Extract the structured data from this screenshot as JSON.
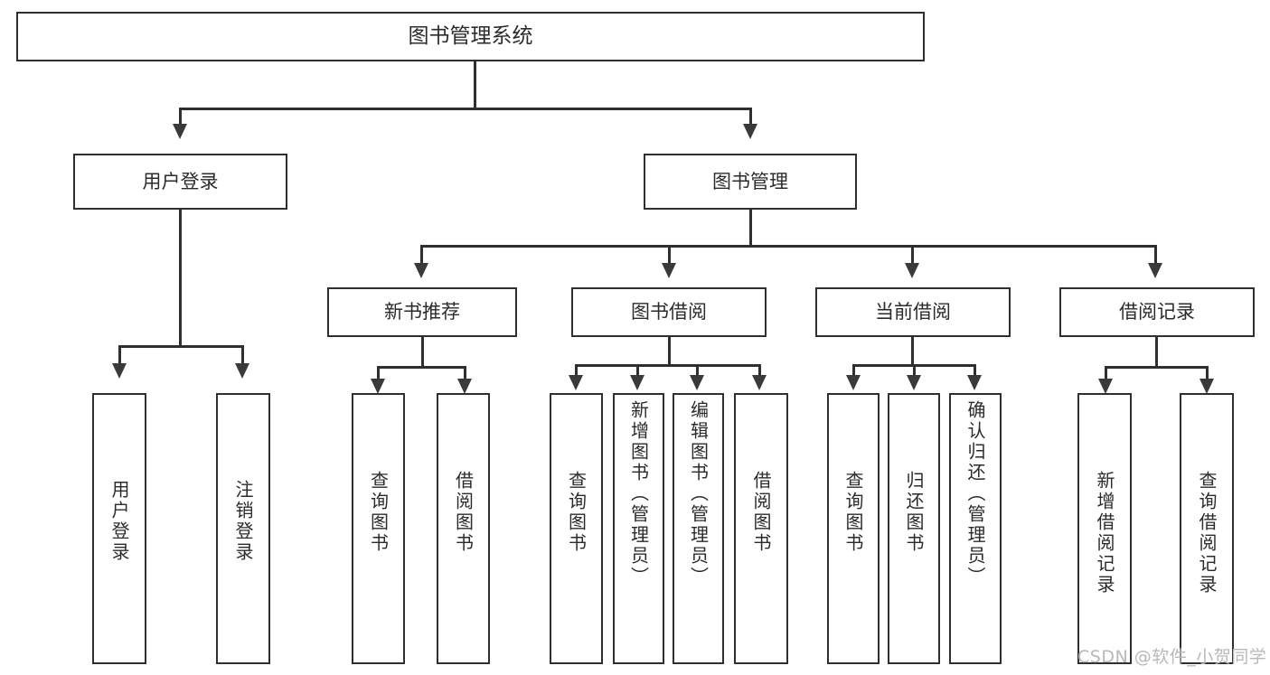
{
  "diagram": {
    "title": "图书管理系统",
    "type": "hierarchy-tree",
    "root": {
      "label": "图书管理系统"
    },
    "tier2": [
      {
        "label": "用户登录"
      },
      {
        "label": "图书管理"
      }
    ],
    "tier3": [
      {
        "label": "新书推荐"
      },
      {
        "label": "图书借阅"
      },
      {
        "label": "当前借阅"
      },
      {
        "label": "借阅记录"
      }
    ],
    "leaves": {
      "user_login": [
        {
          "label": "用户登录"
        },
        {
          "label": "注销登录"
        }
      ],
      "new_book_recommend": [
        {
          "label": "查询图书"
        },
        {
          "label": "借阅图书"
        }
      ],
      "book_borrow": [
        {
          "label": "查询图书"
        },
        {
          "label": "新增图书（管理员）"
        },
        {
          "label": "编辑图书（管理员）"
        },
        {
          "label": "借阅图书"
        }
      ],
      "current_borrow": [
        {
          "label": "查询图书"
        },
        {
          "label": "归还图书"
        },
        {
          "label": "确认归还（管理员）"
        }
      ],
      "borrow_record": [
        {
          "label": "新增借阅记录"
        },
        {
          "label": "查询借阅记录"
        }
      ]
    }
  },
  "watermark": {
    "text": "CSDN @软件_小贺同学"
  },
  "colors": {
    "box_border": "#2f2f2f",
    "background": "#ffffff",
    "text": "#2b2b2b",
    "watermark": "#b8b8b8"
  }
}
